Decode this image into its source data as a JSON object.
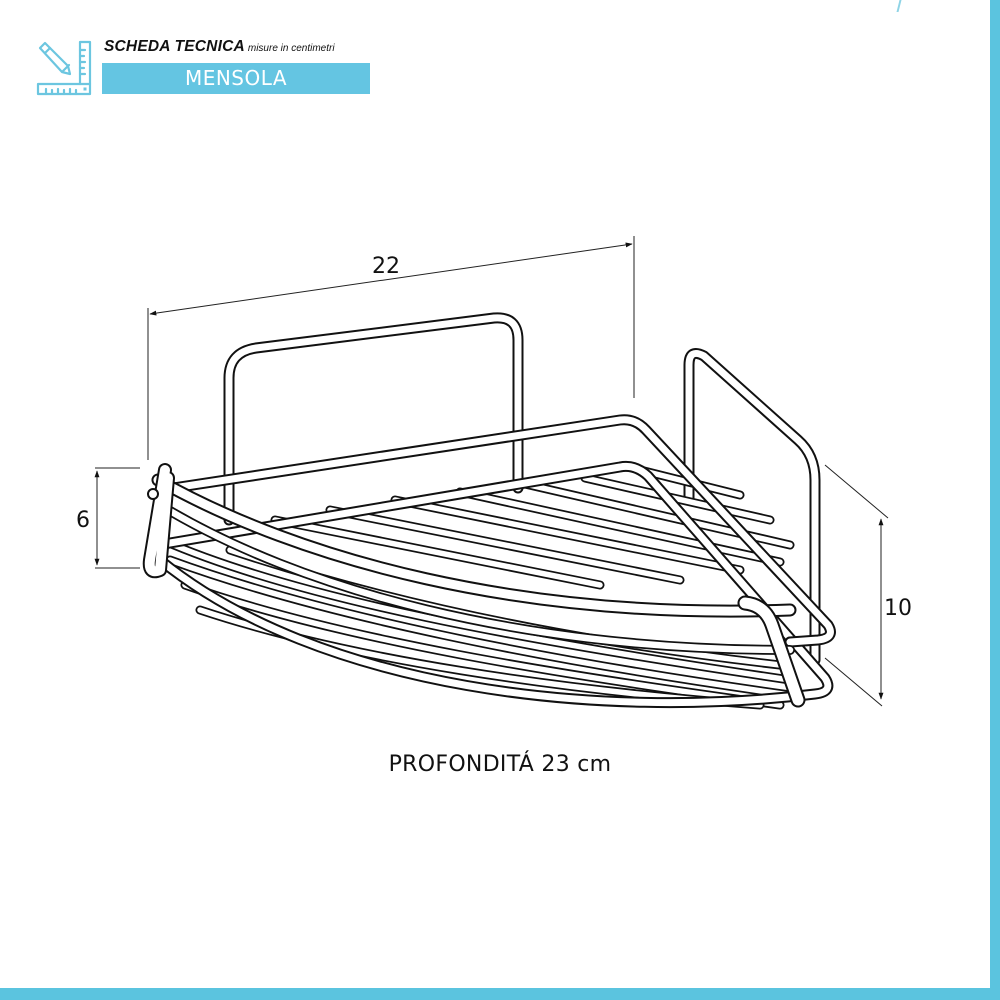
{
  "header": {
    "title": "SCHEDA TECNICA",
    "subtitle": "misure in centimetri",
    "product": "MENSOLA",
    "icon": "ruler-pencil-icon"
  },
  "dimensions": {
    "width": "22",
    "front_height": "6",
    "back_height": "10",
    "depth_caption": "PROFONDITÁ 23 cm"
  },
  "colors": {
    "accent": "#64c5e2",
    "frame": "#5bc4df",
    "line": "#111111"
  }
}
